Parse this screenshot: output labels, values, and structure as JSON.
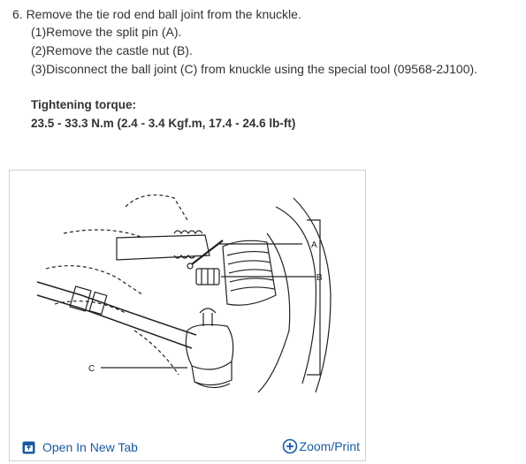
{
  "step": {
    "text": "6. Remove the tie rod end ball joint from the knuckle."
  },
  "substeps": [
    "(1)Remove the split pin (A).",
    "(2)Remove the castle nut (B).",
    "(3)Disconnect the ball joint (C) from knuckle using the special tool (09568-2J100)."
  ],
  "torque": {
    "title": "Tightening torque:",
    "value": "23.5 - 33.3 N.m (2.4 - 3.4 Kgf.m, 17.4 - 24.6 lb-ft)"
  },
  "figure": {
    "callouts": {
      "a": "A",
      "b": "B",
      "c": "C"
    }
  },
  "links": {
    "open_tab": "Open In New Tab",
    "zoom": "Zoom/Print",
    "accent_color": "#1a5aa0"
  }
}
